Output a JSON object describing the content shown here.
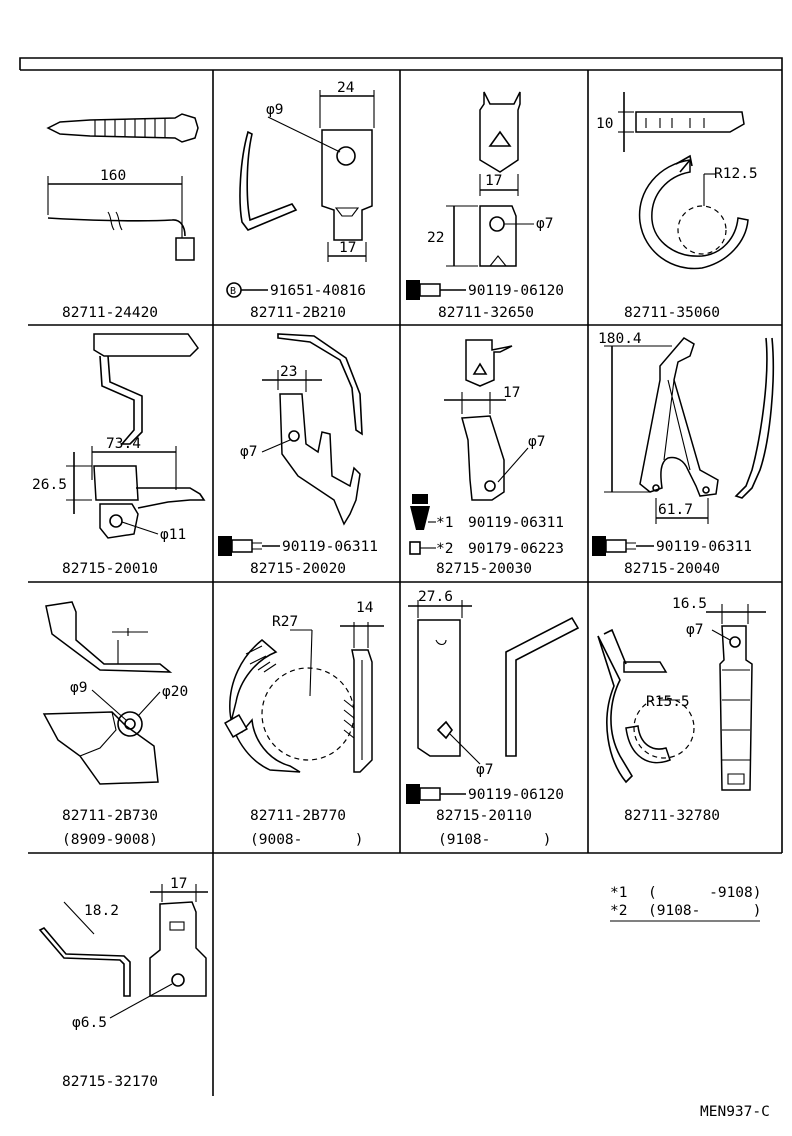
{
  "cells": [
    {
      "part": "82711-24420",
      "dims": [
        "160"
      ]
    },
    {
      "part": "82711-2B210",
      "dims": [
        "24",
        "φ9",
        "17"
      ],
      "bolt": "91651-40816",
      "bolt_mark": "B"
    },
    {
      "part": "82711-32650",
      "dims": [
        "17",
        "22",
        "φ7"
      ],
      "bolt": "90119-06120"
    },
    {
      "part": "82711-35060",
      "dims": [
        "10",
        "R12.5"
      ]
    },
    {
      "part": "82715-20010",
      "dims": [
        "73.4",
        "26.5",
        "φ11"
      ]
    },
    {
      "part": "82715-20020",
      "dims": [
        "23",
        "φ7"
      ],
      "bolt": "90119-06311"
    },
    {
      "part": "82715-20030",
      "dims": [
        "17",
        "φ7"
      ],
      "bolt1_mark": "*1",
      "bolt1": "90119-06311",
      "bolt2_mark": "*2",
      "bolt2": "90179-06223"
    },
    {
      "part": "82715-20040",
      "dims": [
        "180.4",
        "61.7"
      ],
      "bolt": "90119-06311"
    },
    {
      "part": "82711-2B730",
      "period": "(8909-9008)",
      "dims": [
        "φ9",
        "φ20"
      ]
    },
    {
      "part": "82711-2B770",
      "period": "(9008-      )",
      "dims": [
        "R27",
        "14"
      ]
    },
    {
      "part": "82715-20110",
      "period": "(9108-      )",
      "dims": [
        "27.6",
        "φ7"
      ],
      "bolt": "90119-06120"
    },
    {
      "part": "82711-32780",
      "dims": [
        "16.5",
        "φ7",
        "R15.5"
      ]
    },
    {
      "part": "82715-32170",
      "dims": [
        "17",
        "18.2",
        "φ6.5"
      ]
    }
  ],
  "notes": [
    {
      "mark": "*1",
      "range": "(      -9108)"
    },
    {
      "mark": "*2",
      "range": "(9108-      )"
    }
  ],
  "footer": {
    "code": "MEN937-C"
  }
}
